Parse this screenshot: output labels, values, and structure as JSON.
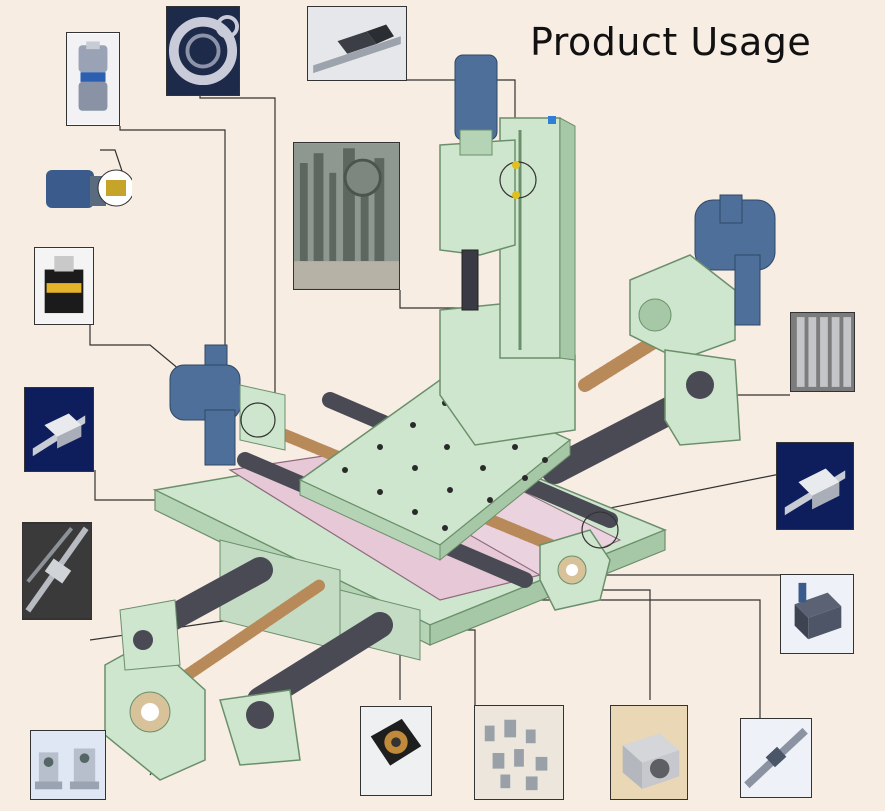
{
  "title": "Product Usage",
  "colors": {
    "background": "#f8ede3",
    "machine_frame": "#cde6cd",
    "machine_edge": "#6b8f6b",
    "guide_rail": "#e6c8d6",
    "lead_screw": "#b88a5a",
    "steel_shaft": "#4a4a55",
    "motor_blue": "#4d6f99",
    "leader_line": "#333333"
  },
  "thumbnails": [
    {
      "name": "thumb-flange-coupling",
      "icon": "coupling-icon"
    },
    {
      "name": "thumb-bearing-ring",
      "icon": "bearing-icon"
    },
    {
      "name": "thumb-linear-guide-block",
      "icon": "linear-guide-icon"
    },
    {
      "name": "thumb-gear-motor",
      "icon": "gear-motor-icon"
    },
    {
      "name": "thumb-stepper-motor",
      "icon": "stepper-motor-icon"
    },
    {
      "name": "thumb-shaft-assortment",
      "icon": "shaft-assortment-icon"
    },
    {
      "name": "thumb-linear-bearing-slide-left",
      "icon": "linear-bearing-icon"
    },
    {
      "name": "thumb-ball-screw",
      "icon": "ball-screw-icon"
    },
    {
      "name": "thumb-shaft-support",
      "icon": "shaft-support-icon"
    },
    {
      "name": "thumb-flange-bearing-housing",
      "icon": "flange-bearing-icon"
    },
    {
      "name": "thumb-screw-fasteners",
      "icon": "fasteners-icon"
    },
    {
      "name": "thumb-pillow-block",
      "icon": "pillow-block-icon"
    },
    {
      "name": "thumb-linear-rod-bar",
      "icon": "linear-rod-icon"
    },
    {
      "name": "thumb-steel-rods",
      "icon": "steel-rods-icon"
    },
    {
      "name": "thumb-linear-bearing-slide-right",
      "icon": "linear-bearing-icon"
    },
    {
      "name": "thumb-support-rail-block",
      "icon": "support-block-icon"
    }
  ]
}
